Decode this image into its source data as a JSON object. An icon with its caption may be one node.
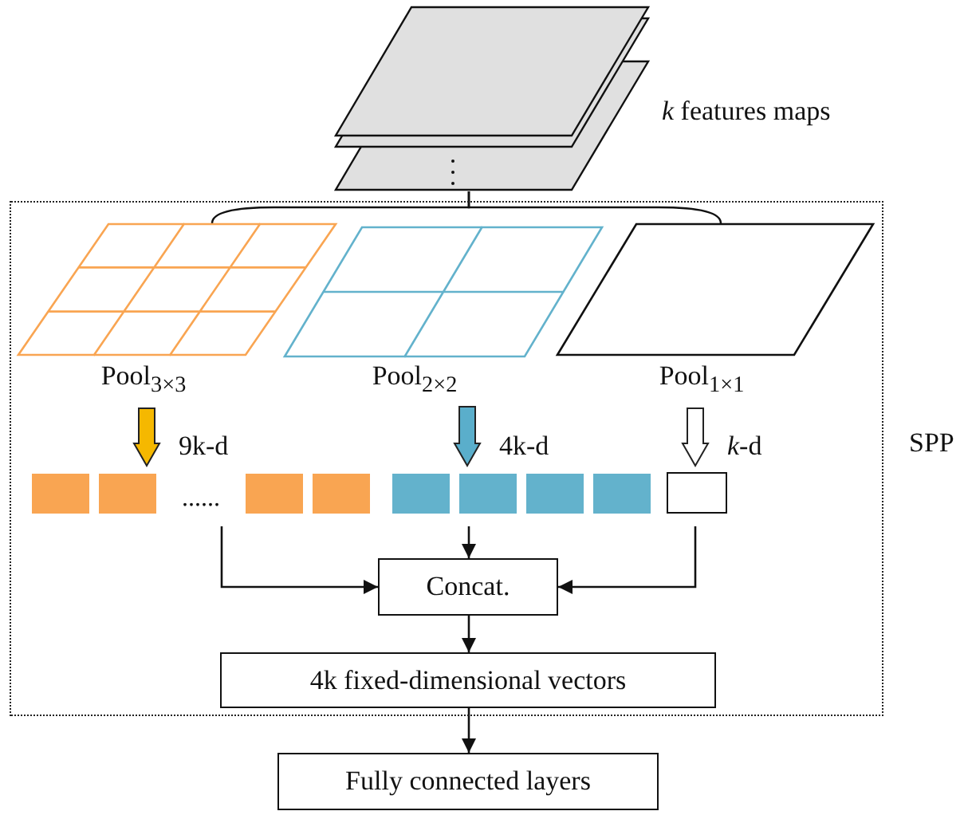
{
  "diagram": {
    "nodes": [
      {
        "text": [
          "SPP"
        ]
      },
      {
        "text": [],
        "shape": "picture",
        "beside": [
          "*k* features maps"
        ]
      },
      {
        "text": [],
        "shape": "picture",
        "beside": [
          "Pool$_{3×3}$"
        ],
        "in": 0
      },
      {
        "text": [],
        "shape": "picture",
        "beside": [
          "Pool$_{2×2}$"
        ],
        "in": 0
      },
      {
        "text": [],
        "shape": "picture",
        "beside": [
          "Pool$_{1×1}$"
        ],
        "in": 0
      },
      {
        "text": [
          "......"
        ],
        "in": 0
      },
      {
        "text": [],
        "shape": "bar",
        "in": 0
      },
      {
        "text": [],
        "shape": "box",
        "in": 0
      },
      {
        "text": [
          "Concat."
        ],
        "in": 0
      },
      {
        "text": [
          "4k fixed-dimensional vectors"
        ],
        "in": 0
      },
      {
        "text": [
          "Fully connected layers"
        ]
      }
    ],
    "edges": [
      {
        "from": 1,
        "to": 2,
        "arrow": "none"
      },
      {
        "from": 1,
        "to": 4,
        "arrow": "none"
      },
      {
        "from": 2,
        "to": 5,
        "arrow": "to",
        "label": "9k-d",
        "style": "thick",
        "color": "#f5b800"
      },
      {
        "from": 3,
        "to": 6,
        "arrow": "to",
        "label": "4k-d",
        "style": "thick",
        "color": "#5aaecb"
      },
      {
        "from": 4,
        "to": 7,
        "arrow": "to",
        "label": "*k*-d",
        "style": "thick"
      },
      {
        "from": 5,
        "to": 8,
        "arrow": "to"
      },
      {
        "from": 6,
        "to": 8,
        "arrow": "to"
      },
      {
        "from": 7,
        "to": 8,
        "arrow": "to"
      },
      {
        "from": 8,
        "to": 9,
        "arrow": "to"
      },
      {
        "from": 9,
        "to": 10,
        "arrow": "to"
      }
    ]
  }
}
